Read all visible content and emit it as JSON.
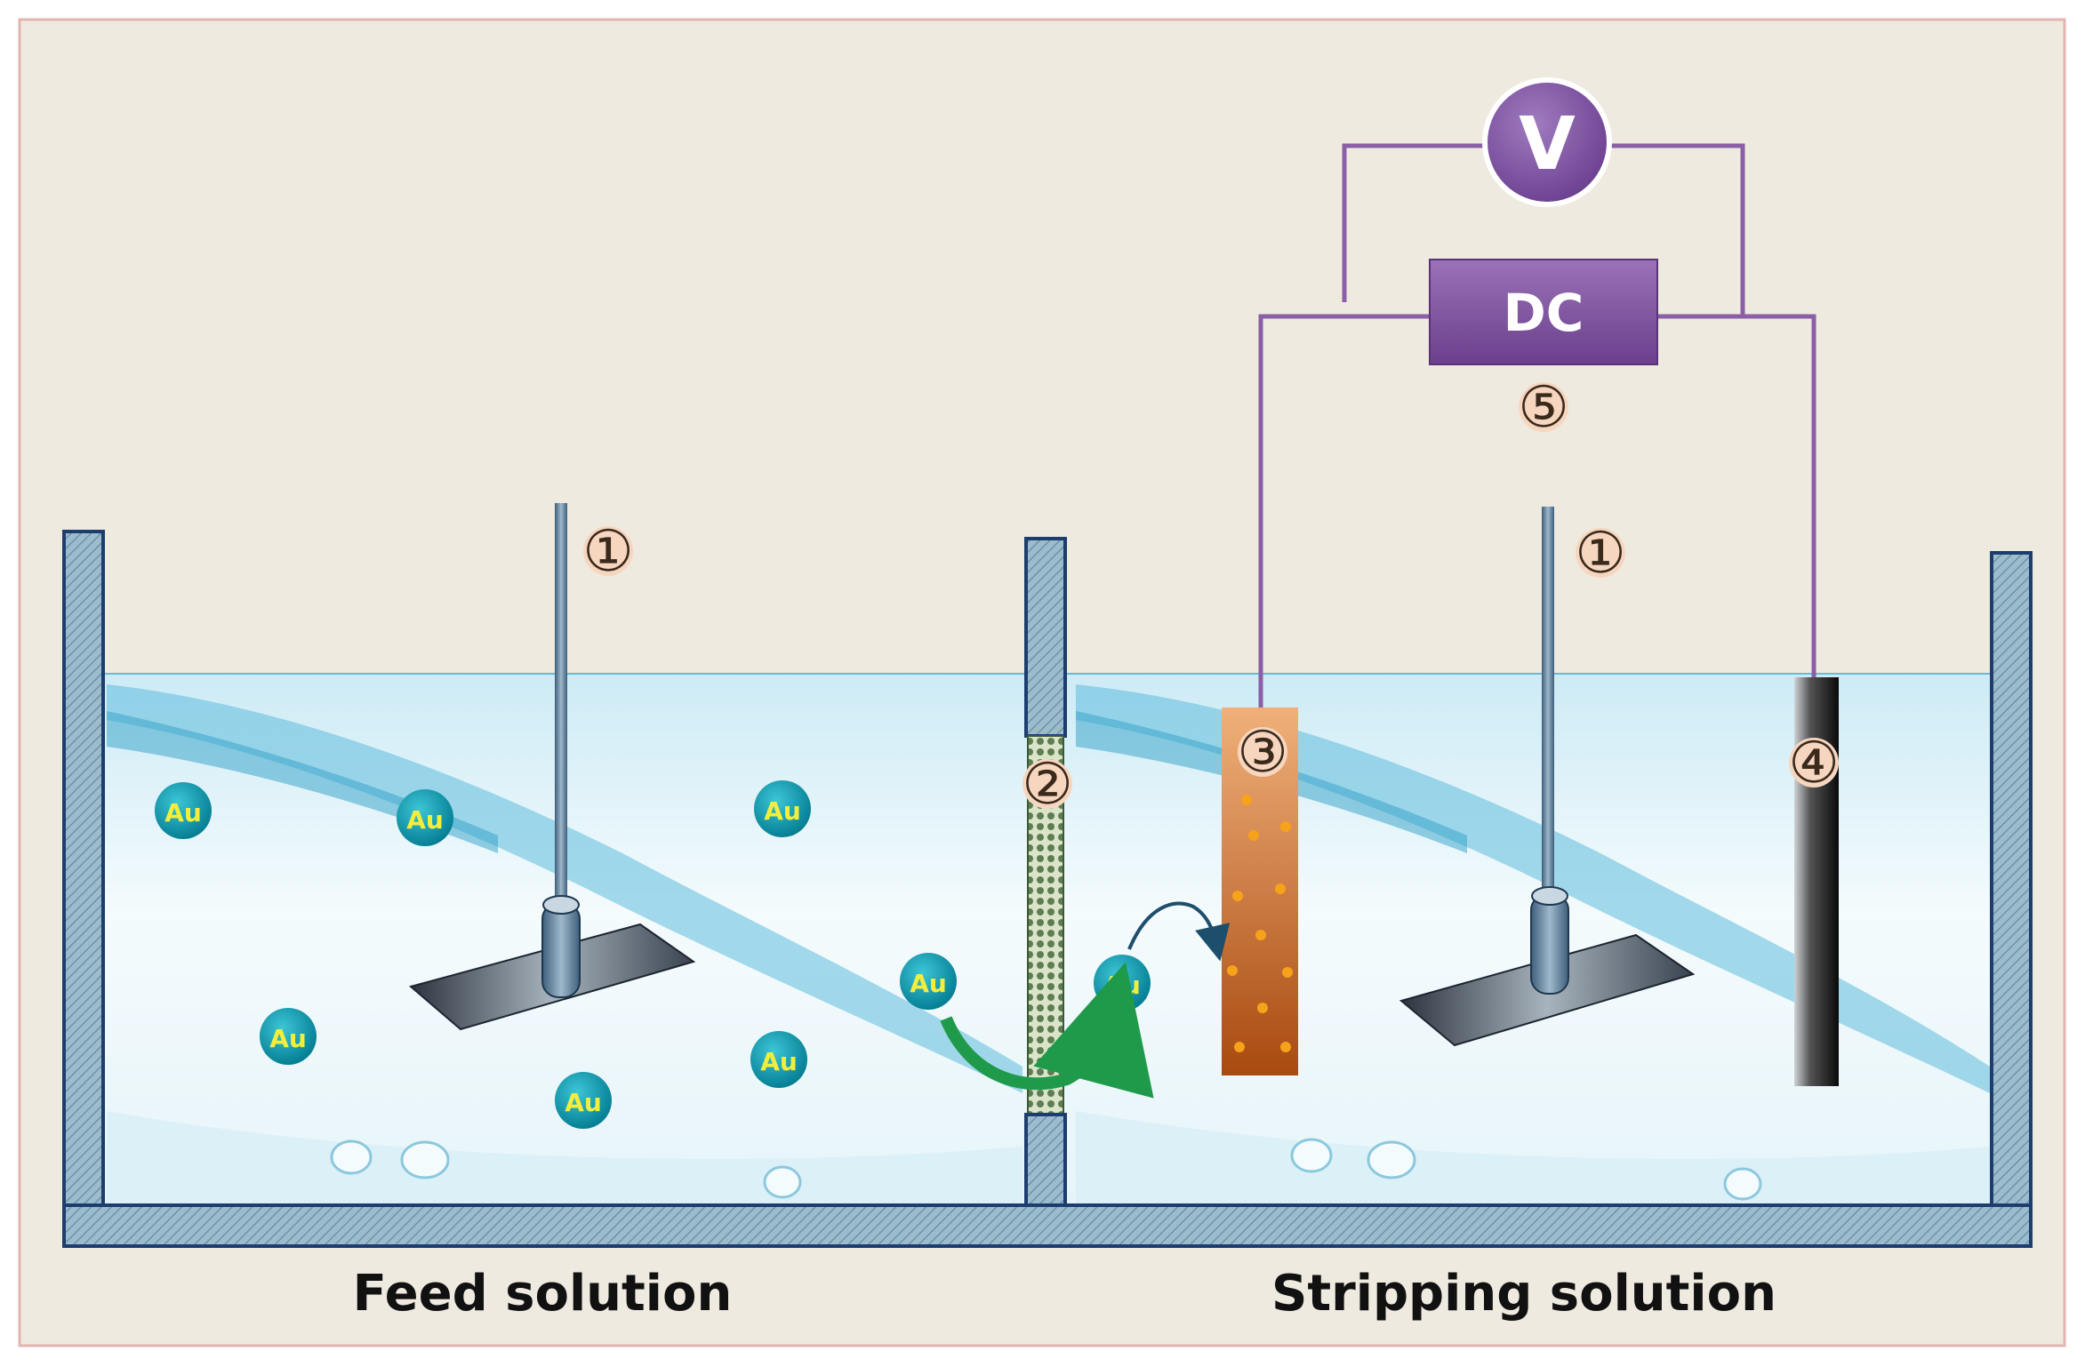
{
  "labels": {
    "voltmeter": "V",
    "dc_supply": "DC",
    "feed_solution": "Feed solution",
    "stripping_solution": "Stripping solution",
    "num_1": "①",
    "num_2": "②",
    "num_3": "③",
    "num_4": "④",
    "num_5": "⑤",
    "au": "Au"
  },
  "colors": {
    "background": "#efeae0",
    "frame_border": "#e3b4b0",
    "tank_wall": "#8fb1c4",
    "tank_outline": "#1c3d6e",
    "water_light": "#eaf6fb",
    "water_wave": "#39a8cf",
    "wire": "#8b5fa8",
    "instrument": "#7b4b9a",
    "au_ion": "#0a9bb1",
    "au_text": "#f3ee3c",
    "anode": "#c4661e",
    "cathode": "#1a1a1a",
    "membrane": "#5b7a4f",
    "arrow_green": "#1f9a4a",
    "number_fill": "#f7d6c0"
  }
}
